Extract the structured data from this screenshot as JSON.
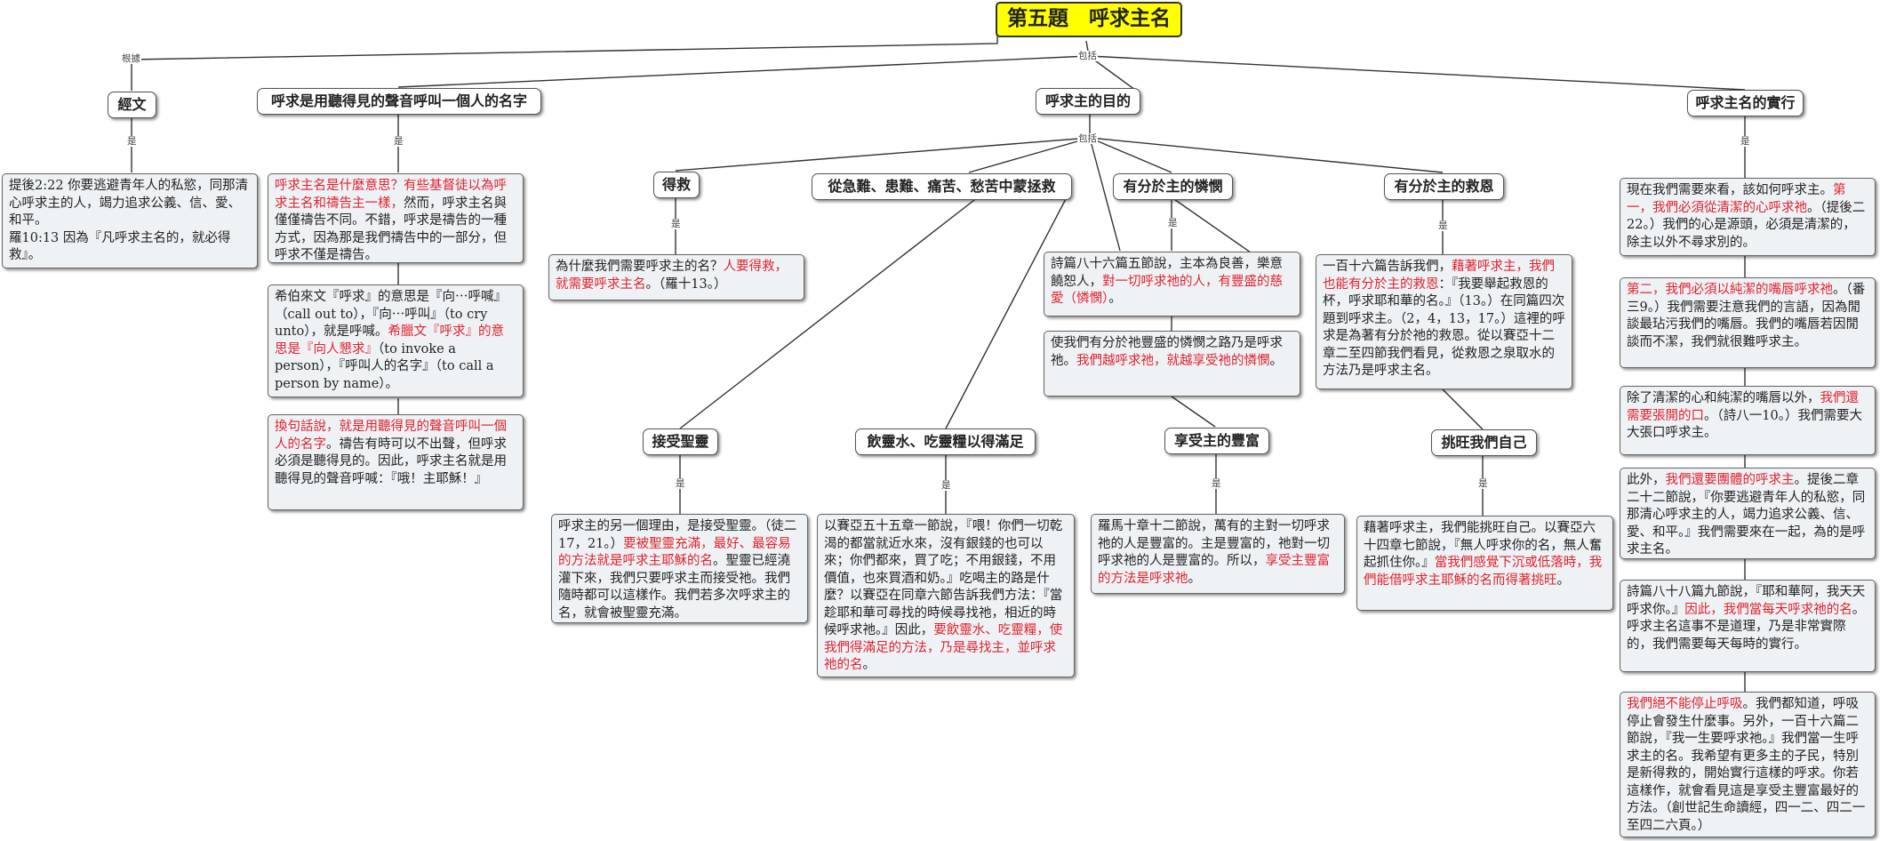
{
  "root": {
    "title": "第五題　呼求主名"
  },
  "labels": {
    "genju": "根據",
    "baokuo": "包括",
    "shi": "是"
  },
  "nodes": {
    "jingwen": "經文",
    "def": "呼求是用聽得見的聲音呼叫一個人的名字",
    "purpose": "呼求主的目的",
    "practice": "呼求主名的實行",
    "desai": "得救",
    "rescue": "從急難、患難、痛苦、愁苦中蒙拯救",
    "pity": "有分於主的憐憫",
    "grace": "有分於主的救恩",
    "spirit": "接受聖靈",
    "drink": "飲靈水、吃靈糧以得滿足",
    "rich": "享受主的豐富",
    "stir": "挑旺我們自己"
  },
  "notes": {
    "jingwen": [
      {
        "t": "提後2:22  你要逃避青年人的私慾，同那清心呼求主的人，竭力追求公義、信、愛、和平。\n羅10:13  因為『凡呼求主名的，就必得救』。",
        "r": false
      }
    ],
    "def1": [
      {
        "t": "呼求主名是什麼意思？有些基督徒以為呼求主名和禱告主一樣，",
        "r": true
      },
      {
        "t": "然而，呼求主名與僅僅禱告不同。不錯，呼求是禱告的一種方式，因為那是我們禱告中的一部分，但呼求不僅是禱告。",
        "r": false
      }
    ],
    "def2": [
      {
        "t": "希伯來文『呼求』的意思是『向⋯呼喊』（call out to），『向⋯呼叫』（to cry unto），就是呼喊。",
        "r": false
      },
      {
        "t": "希臘文『呼求』的意思是『向人懇求』",
        "r": true
      },
      {
        "t": "（to invoke a person），『呼叫人的名字』（to call a person by name）。",
        "r": false
      }
    ],
    "def3": [
      {
        "t": "換句話說，就是用聽得見的聲音呼叫一個人的名字",
        "r": true
      },
      {
        "t": "。禱告有時可以不出聲，但呼求必須是聽得見的。因此，呼求主名就是用聽得見的聲音呼喊：『哦！主耶穌！』",
        "r": false
      }
    ],
    "desai": [
      {
        "t": "為什麼我們需要呼求主的名？",
        "r": false
      },
      {
        "t": "人要得救，就需要呼求主名",
        "r": true
      },
      {
        "t": "。（羅十13。）",
        "r": false
      }
    ],
    "pity1": [
      {
        "t": "詩篇八十六篇五節說，主本為良善，樂意饒恕人，",
        "r": false
      },
      {
        "t": "對一切呼求祂的人，有豐盛的慈愛（憐憫）",
        "r": true
      },
      {
        "t": "。",
        "r": false
      }
    ],
    "pity2": [
      {
        "t": "使我們有分於祂豐盛的憐憫之路乃是呼求祂。",
        "r": false
      },
      {
        "t": "我們越呼求祂，就越享受祂的憐憫",
        "r": true
      },
      {
        "t": "。",
        "r": false
      }
    ],
    "grace": [
      {
        "t": "一百十六篇告訴我們，",
        "r": false
      },
      {
        "t": "藉著呼求主，我們也能有分於主的救恩",
        "r": true
      },
      {
        "t": "：『我要舉起救恩的杯，呼求耶和華的名。』（13。）在同篇四次題到呼求主。（2，4，13，17。）這裡的呼求是為著有分於祂的救恩。從以賽亞十二章二至四節我們看見，從救恩之泉取水的方法乃是呼求主名。",
        "r": false
      }
    ],
    "spirit": [
      {
        "t": "呼求主的另一個理由，是接受聖靈。（徒二17，21。）",
        "r": false
      },
      {
        "t": "要被聖靈充滿，最好、最容易的方法就是呼求主耶穌的名",
        "r": true
      },
      {
        "t": "。聖靈已經澆灌下來，我們只要呼求主而接受祂。我們隨時都可以這樣作。我們若多次呼求主的名，就會被聖靈充滿。",
        "r": false
      }
    ],
    "drink": [
      {
        "t": "以賽亞五十五章一節說，『喂！你們一切乾渴的都當就近水來，沒有銀錢的也可以來；你們都來，買了吃；不用銀錢，不用價值，也來買酒和奶。』吃喝主的路是什麼？以賽亞在同章六節告訴我們方法：『當趁耶和華可尋找的時候尋找祂，相近的時候呼求祂。』因此，",
        "r": false
      },
      {
        "t": "要飲靈水、吃靈糧，使我們得滿足的方法，乃是尋找主，並呼求祂的名",
        "r": true
      },
      {
        "t": "。",
        "r": false
      }
    ],
    "rich": [
      {
        "t": "羅馬十章十二節說，萬有的主對一切呼求祂的人是豐富的。主是豐富的，祂對一切呼求祂的人是豐富的。所以，",
        "r": false
      },
      {
        "t": "享受主豐富的方法是呼求祂",
        "r": true
      },
      {
        "t": "。",
        "r": false
      }
    ],
    "stir": [
      {
        "t": "藉著呼求主，我們能挑旺自己。以賽亞六十四章七節說，『無人呼求你的名，無人奮起抓住你。』",
        "r": false
      },
      {
        "t": "當我們感覺下沉或低落時，我們能借呼求主耶穌的名而得著挑旺",
        "r": true
      },
      {
        "t": "。",
        "r": false
      }
    ],
    "p1": [
      {
        "t": "現在我們需要來看，該如何呼求主。",
        "r": false
      },
      {
        "t": "第一，我們必須從清潔的心呼求祂",
        "r": true
      },
      {
        "t": "。（提後二22。）我們的心是源頭，必須是清潔的，除主以外不尋求別的。",
        "r": false
      }
    ],
    "p2": [
      {
        "t": "第二，我們必須以純潔的嘴唇呼求祂",
        "r": true
      },
      {
        "t": "。（番三9。）我們需要注意我們的言語，因為閒談最玷污我們的嘴唇。我們的嘴唇若因閒談而不潔，我們就很難呼求主。",
        "r": false
      }
    ],
    "p3": [
      {
        "t": "除了清潔的心和純潔的嘴唇以外，",
        "r": false
      },
      {
        "t": "我們還需要張開的口",
        "r": true
      },
      {
        "t": "。（詩八一10。）我們需要大大張口呼求主。",
        "r": false
      }
    ],
    "p4": [
      {
        "t": "此外，",
        "r": false
      },
      {
        "t": "我們還要團體的呼求主",
        "r": true
      },
      {
        "t": "。提後二章二十二節說，『你要逃避青年人的私慾，同那清心呼求主的人，竭力追求公義、信、愛、和平。』我們需要來在一起，為的是呼求主名。",
        "r": false
      }
    ],
    "p5": [
      {
        "t": "詩篇八十八篇九節說，『耶和華阿，我天天呼求你。』",
        "r": false
      },
      {
        "t": "因此，我們當每天呼求祂的名",
        "r": true
      },
      {
        "t": "。呼求主名這事不是道理，乃是非常實際的，我們需要每天每時的實行。",
        "r": false
      }
    ],
    "p6": [
      {
        "t": "我們絕不能停止呼吸",
        "r": true
      },
      {
        "t": "。我們都知道，呼吸停止會發生什麼事。另外，一百十六篇二節說，『我一生要呼求祂。』我們當一生呼求主的名。我希望有更多主的子民，特別是新得救的，開始實行這樣的呼求。你若這樣作，就會看見這是享受主豐富最好的方法。（創世記生命讀經，四一二、四二一至四二六頁。）",
        "r": false
      }
    ]
  }
}
